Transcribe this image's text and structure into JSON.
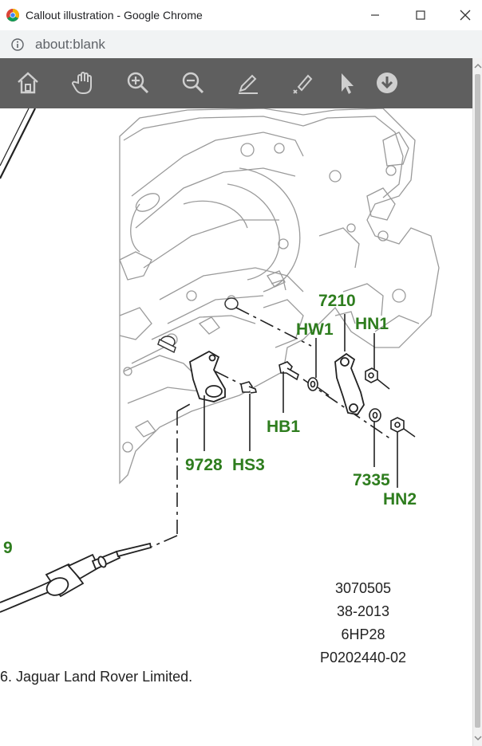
{
  "window": {
    "title": "Callout illustration - Google Chrome",
    "url": "about:blank"
  },
  "toolbar": {
    "tools": [
      {
        "name": "home",
        "icon": "home-icon"
      },
      {
        "name": "pan",
        "icon": "hand-icon"
      },
      {
        "name": "zoom-in",
        "icon": "zoom-in-icon"
      },
      {
        "name": "zoom-out",
        "icon": "zoom-out-icon"
      },
      {
        "name": "pen",
        "icon": "pen-icon"
      },
      {
        "name": "eraser",
        "icon": "eraser-icon"
      },
      {
        "name": "select",
        "icon": "pointer-icon"
      },
      {
        "name": "download",
        "icon": "download-icon"
      }
    ]
  },
  "callouts": {
    "c7210": "7210",
    "hw1": "HW1",
    "hn1": "HN1",
    "hb1": "HB1",
    "c9728": "9728",
    "hs3": "HS3",
    "c7335": "7335",
    "hn2": "HN2",
    "c9": "9"
  },
  "meta": {
    "line1": "3070505",
    "line2": "38-2013",
    "line3": "6HP28",
    "line4": "P0202440-02"
  },
  "copyright": "6. Jaguar Land Rover Limited.",
  "colors": {
    "callout": "#2e7d1e",
    "toolbar": "#5f5f5f"
  }
}
